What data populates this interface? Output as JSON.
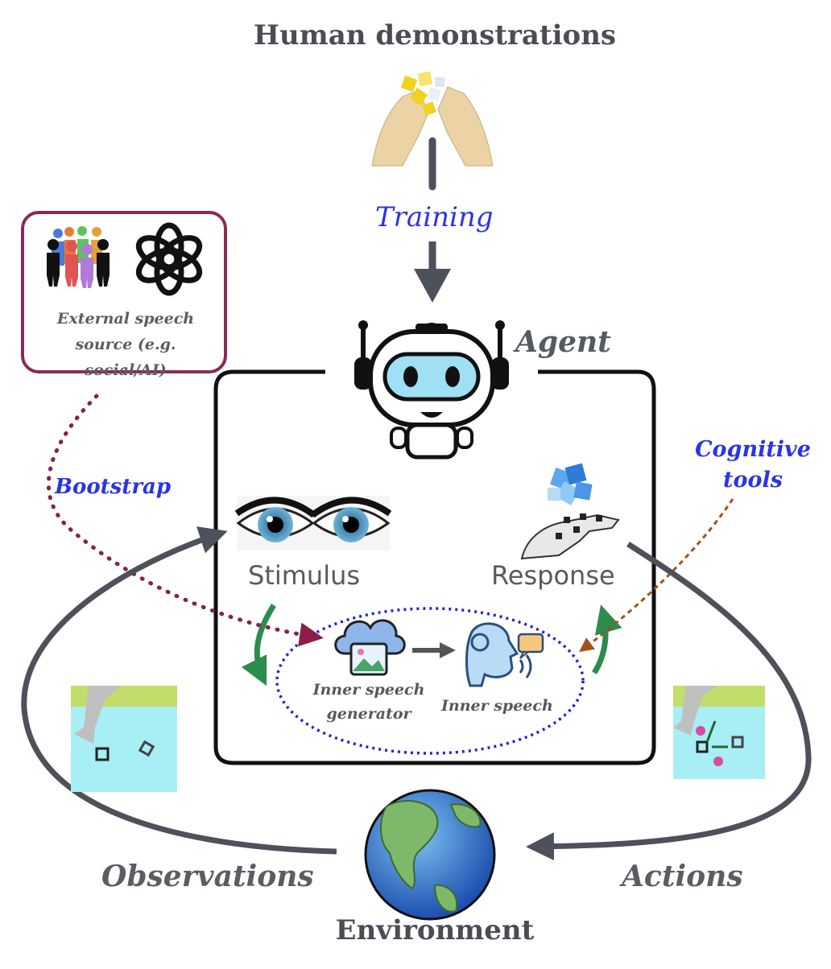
{
  "top": {
    "title": "Human demonstrations",
    "training_label": "Training"
  },
  "agent": {
    "label": "Agent"
  },
  "external_source": {
    "label": "External speech source (e.g. social/AI)"
  },
  "bootstrap": {
    "label": "Bootstrap"
  },
  "cognitive_tools": {
    "label": "Cognitive tools"
  },
  "stimulus": {
    "label": "Stimulus"
  },
  "response": {
    "label": "Response"
  },
  "inner": {
    "generator_label": "Inner speech generator",
    "speech_label": "Inner speech"
  },
  "bottom": {
    "observations_label": "Observations",
    "actions_label": "Actions",
    "environment_label": "Environment"
  },
  "colors": {
    "gray_arrow": "#4d5159",
    "green_arrow": "#2e8b4e",
    "bootstrap_dots": "#8b1f4a",
    "cognitive_dash": "#a0521c",
    "loop_dots": "#2424d0",
    "text_blue": "#2a34e6",
    "text_gray": "#5a5d63",
    "source_border": "#8b2a55"
  }
}
